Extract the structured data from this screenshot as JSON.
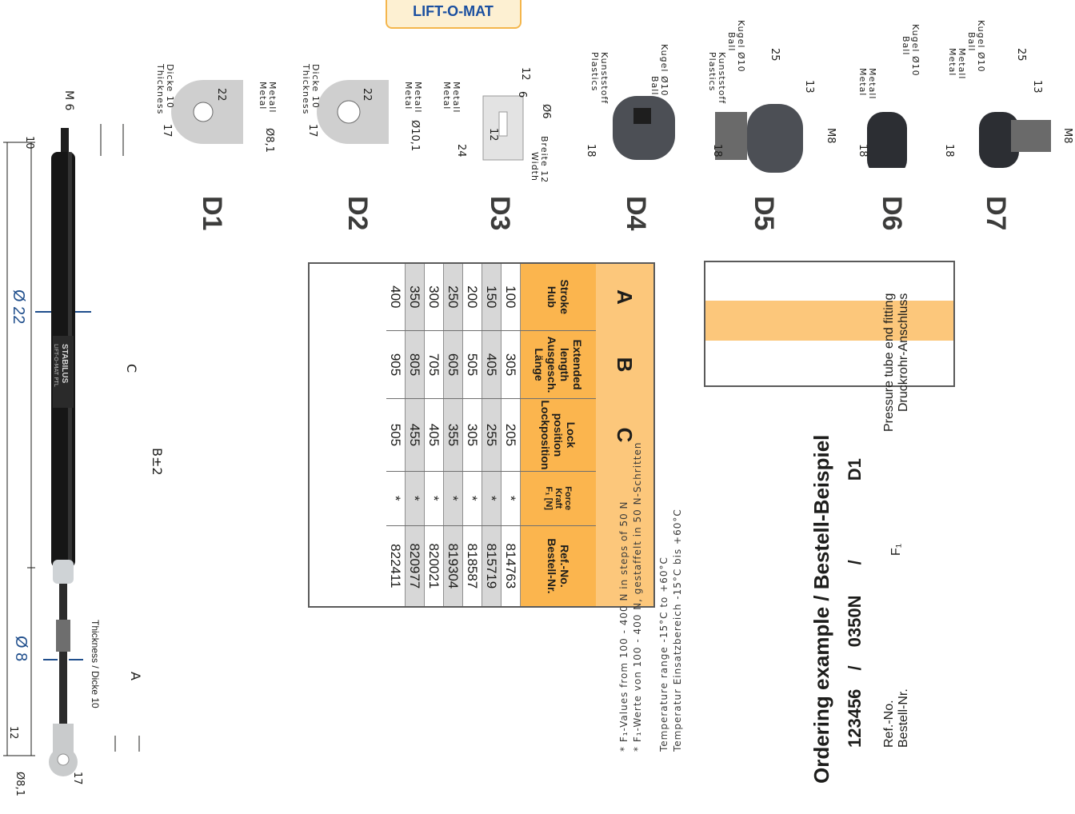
{
  "logo_text": "LIFT-O-MAT",
  "strut": {
    "brand_text": "STABILUS",
    "model_text": "LIFT-O-MAT PTL",
    "dims": {
      "rod_diameter": "Ø 8",
      "tube_diameter": "Ø 22",
      "thread": "M 6",
      "ten": "10",
      "twelve": "12",
      "seventeen": "17",
      "eye": "Ø8,1",
      "thickness": "Thickness / Dicke 10",
      "A": "A",
      "B": "B±2",
      "C": "C"
    }
  },
  "fittings": [
    {
      "code": "D1",
      "dims": [
        "22",
        "17",
        "Ø8,1"
      ],
      "labels": [
        "Thickness",
        "Dicke 10",
        "Metal",
        "Metall"
      ]
    },
    {
      "code": "D2",
      "dims": [
        "22",
        "17",
        "Ø10,1"
      ],
      "labels": [
        "Thickness",
        "Dicke 10",
        "Metal",
        "Metall"
      ]
    },
    {
      "code": "D3",
      "dims": [
        "12",
        "6",
        "12",
        "24",
        "Ø6"
      ],
      "labels": [
        "Metal",
        "Metall",
        "Width",
        "Breite 12"
      ]
    },
    {
      "code": "D4",
      "dims": [
        "18"
      ],
      "labels": [
        "Plastics",
        "Kunststoff",
        "Ball",
        "Kugel Ø10"
      ]
    },
    {
      "code": "D5",
      "dims": [
        "25",
        "13",
        "18",
        "M8"
      ],
      "labels": [
        "Plastics",
        "Kunststoff",
        "Ball",
        "Kugel Ø10"
      ]
    },
    {
      "code": "D6",
      "dims": [
        "18"
      ],
      "labels": [
        "Metal",
        "Metall",
        "Ball",
        "Kugel Ø10"
      ]
    },
    {
      "code": "D7",
      "dims": [
        "25",
        "13",
        "18",
        "M8"
      ],
      "labels": [
        "Metal",
        "Metall",
        "Ball",
        "Kugel Ø10"
      ]
    }
  ],
  "table": {
    "groups": [
      "A",
      "B",
      "C",
      ""
    ],
    "headers": [
      [
        "Stroke",
        "Hub"
      ],
      [
        "Extended length",
        "Ausgesch. Länge"
      ],
      [
        "Lock position",
        "Lockposition"
      ],
      [
        "Force",
        "Kraft",
        "F₁ [N]"
      ],
      [
        "Ref.-No.",
        "Bestell-Nr."
      ]
    ],
    "rows": [
      [
        "100",
        "305",
        "205",
        "*",
        "814763"
      ],
      [
        "150",
        "405",
        "255",
        "*",
        "815719"
      ],
      [
        "200",
        "505",
        "305",
        "*",
        "818587"
      ],
      [
        "250",
        "605",
        "355",
        "*",
        "819304"
      ],
      [
        "300",
        "705",
        "405",
        "*",
        "820021"
      ],
      [
        "350",
        "805",
        "455",
        "*",
        "820977"
      ],
      [
        "400",
        "905",
        "505",
        "*",
        "822411"
      ]
    ]
  },
  "notes": {
    "force_en": "* F₁-Values from 100 - 400 N in steps of 50 N",
    "force_de": "* F₁-Werte von 100 - 400 N, gestaffelt in 50 N-Schritten",
    "temp_en": "Temperature range -15°C to +60°C",
    "temp_de": "Temperatur Einsatzbereich -15°C bis +60°C"
  },
  "ordering": {
    "title": "Ordering example / Bestell-Beispiel",
    "ref_value": "123456",
    "slash1": "/",
    "force_value": "0350N",
    "slash2": "/",
    "fitting_value": "D1",
    "ref_label_en": "Ref.-No.",
    "ref_label_de": "Bestell-Nr.",
    "force_label": "F₁",
    "fitting_label_en": "Pressure tube end fitting",
    "fitting_label_de": "Druckrohr-Anschluss"
  },
  "colors": {
    "table_header": "#fbb54e",
    "table_group": "#fcc77b",
    "row_alt": "#d7d7d7",
    "dimension_blue": "#1f4e8c",
    "logo_blue": "#1a4fa0"
  }
}
